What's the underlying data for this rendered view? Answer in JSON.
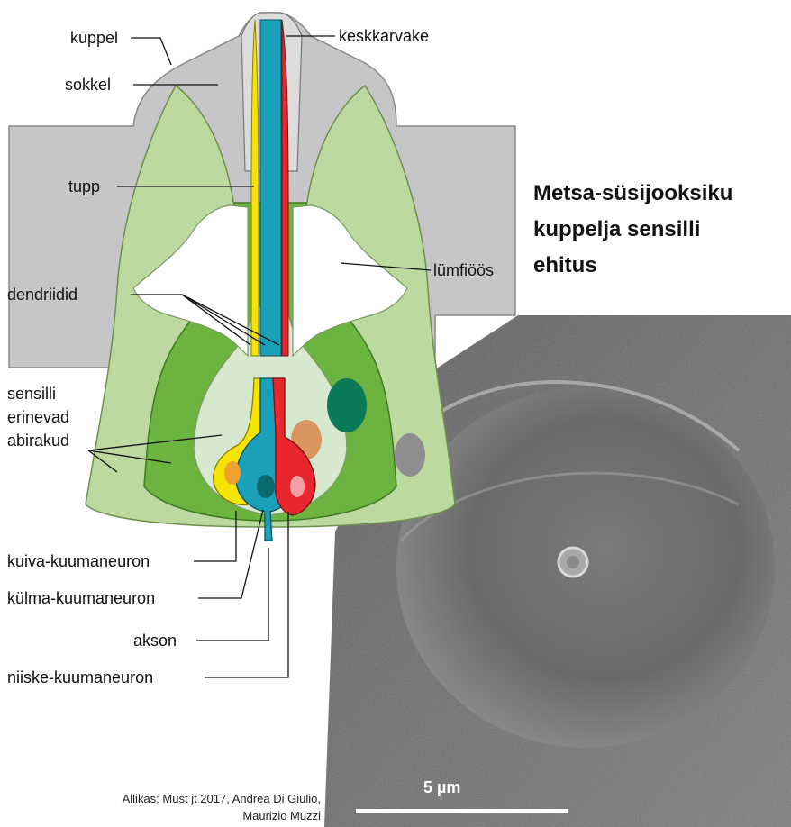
{
  "title": {
    "line1": "Metsa-süsijooksiku",
    "line2": "kuppelja sensilli",
    "line3": "ehitus"
  },
  "labels": {
    "kuppel": "kuppel",
    "sokkel": "sokkel",
    "keskkarvake": "keskkarvake",
    "tupp": "tupp",
    "lumfioos": "lümfiöös",
    "dendriidid": "dendriidid",
    "abirakud_1": "sensilli",
    "abirakud_2": "erinevad",
    "abirakud_3": "abirakud",
    "kuiva": "kuiva-kuumaneuron",
    "kulma": "külma-kuumaneuron",
    "akson": "akson",
    "niiske": "niiske-kuumaneuron"
  },
  "source": {
    "line1": "Allikas: Must jt 2017, Andrea Di Giulio,",
    "line2": "Maurizio Muzzi"
  },
  "scale_bar": {
    "label": "5 µm"
  },
  "colors": {
    "neuron_dry": "#f5e400",
    "neuron_cold": "#1aa0b8",
    "neuron_moist": "#e8262e",
    "cuticle": "#c8c8ca",
    "cell_outer": "#bcd9a0",
    "cell_mid": "#6db33f",
    "cell_inner": "#d6e9cf"
  }
}
